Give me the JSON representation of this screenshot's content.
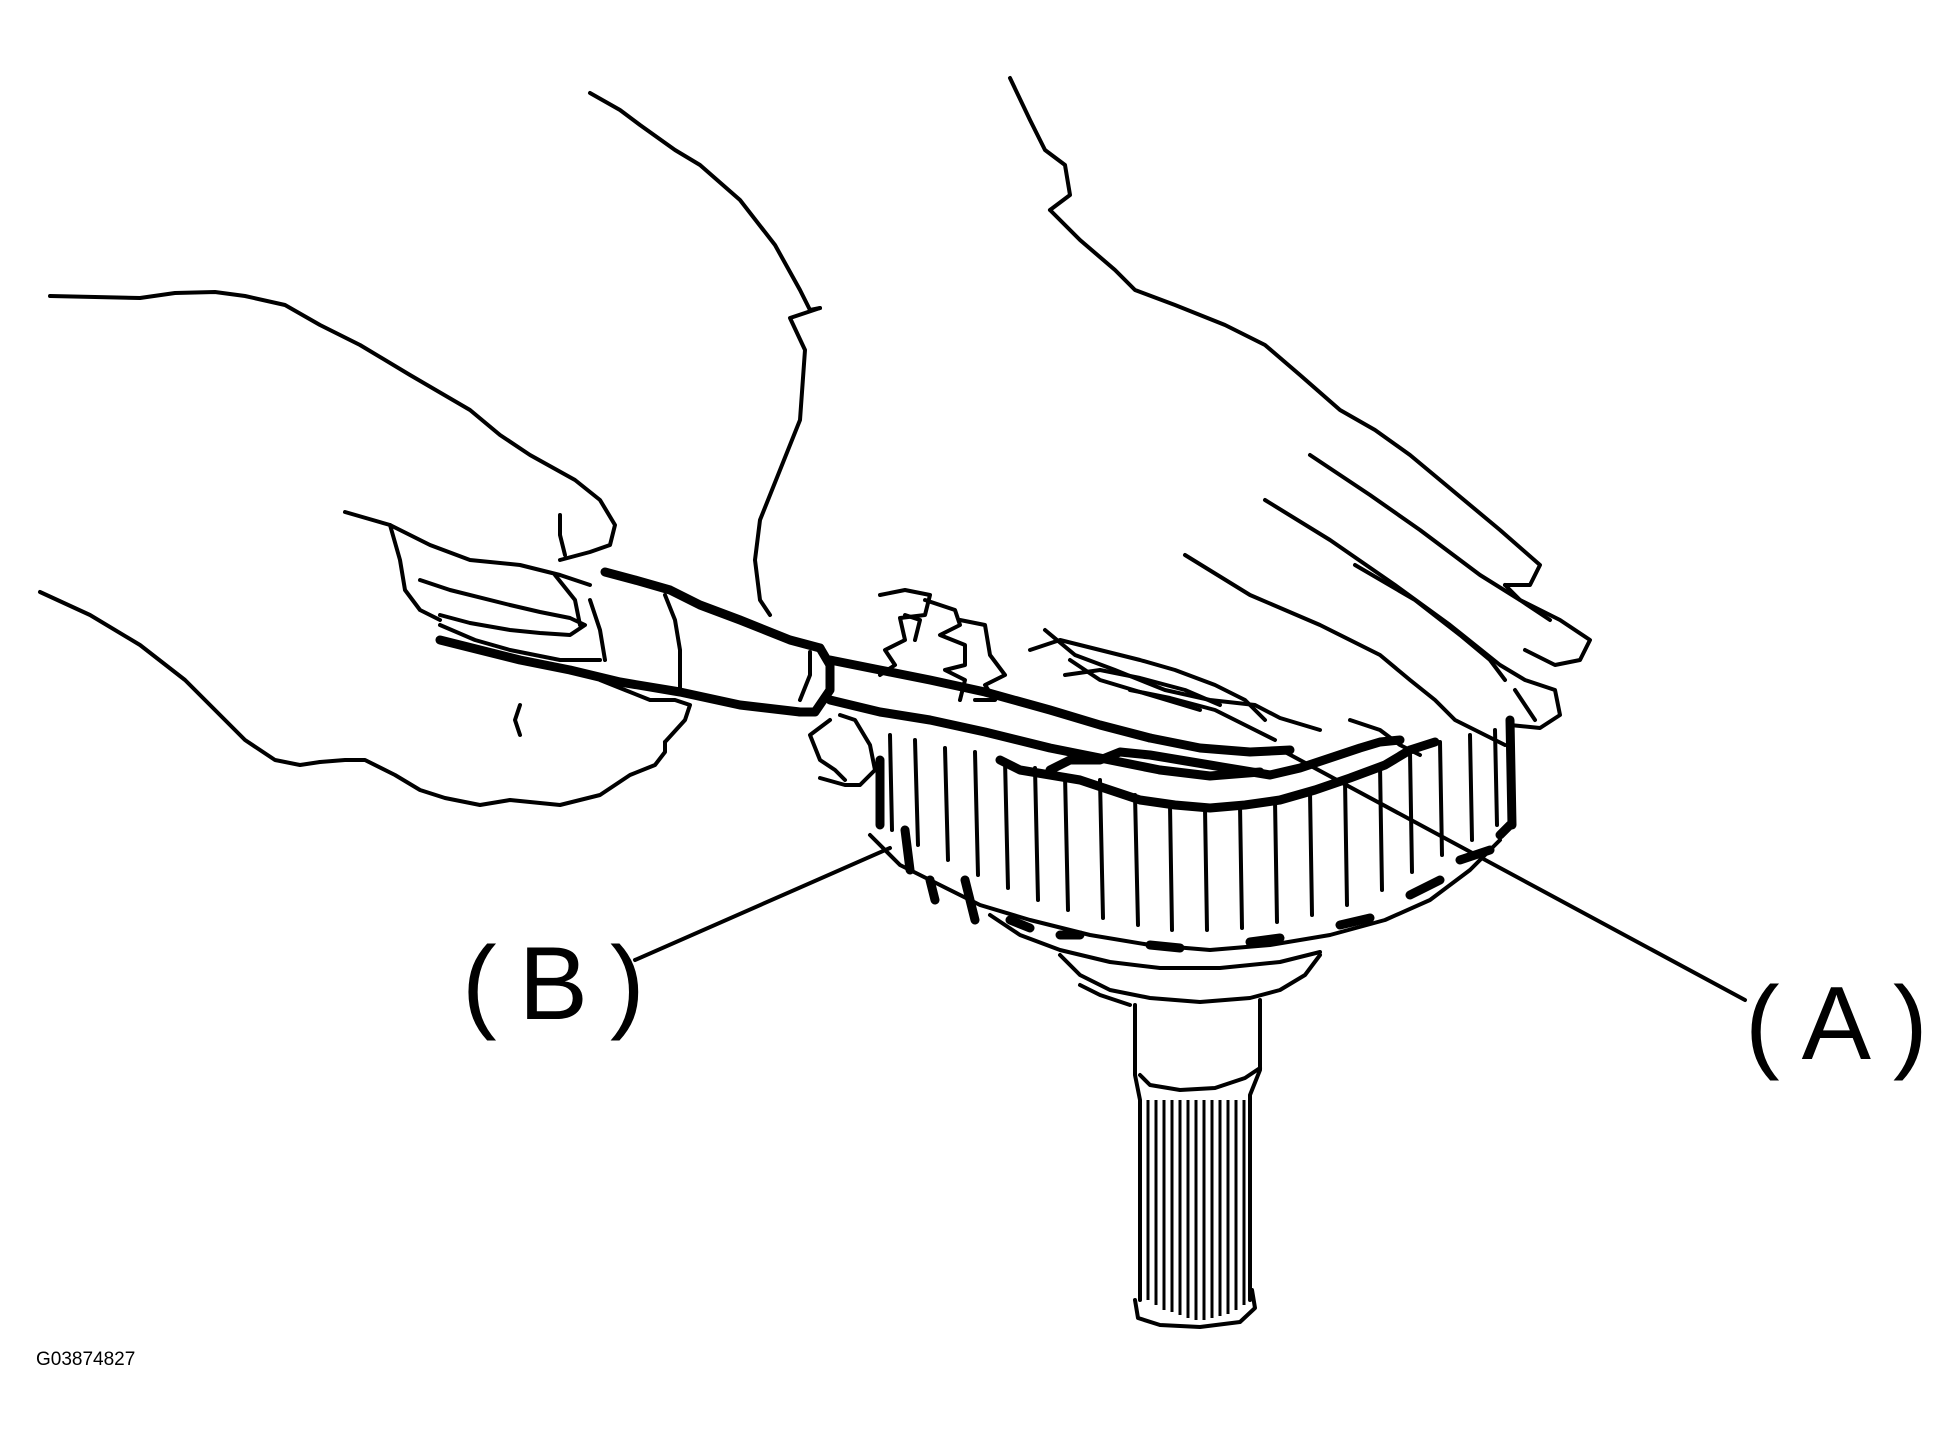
{
  "figure": {
    "label_a": "(A)",
    "label_b": "(B)",
    "figure_id": "G03874827"
  }
}
